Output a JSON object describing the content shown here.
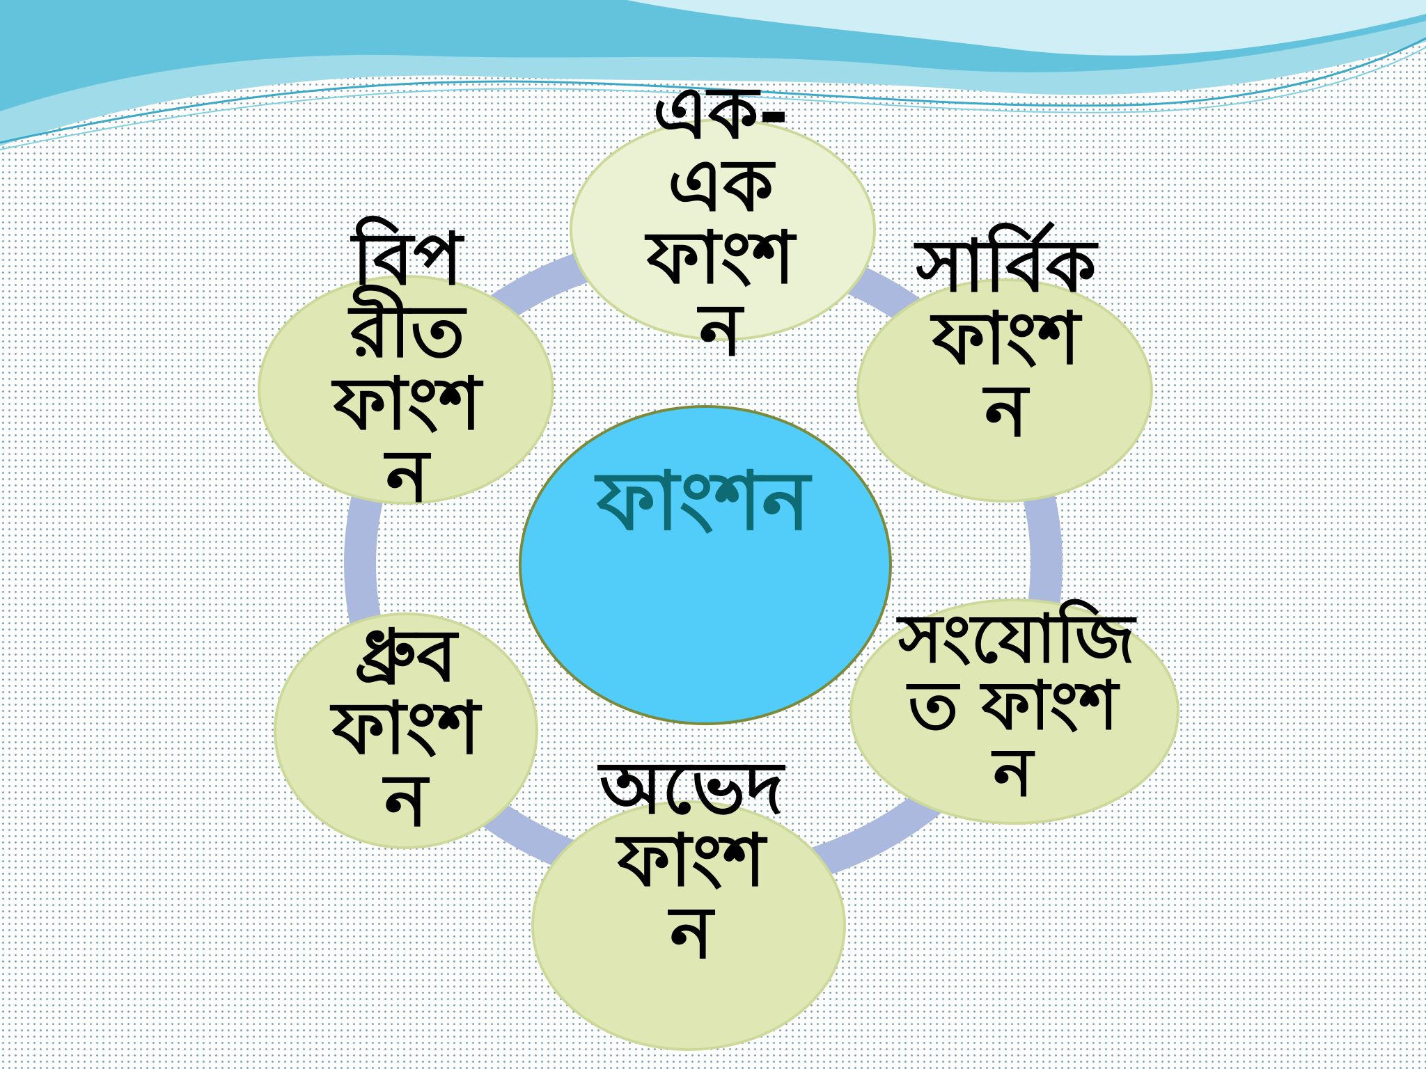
{
  "center": {
    "label": "ফাংশন"
  },
  "nodes": [
    {
      "id": "top",
      "label": "এক-এক ফাংশন"
    },
    {
      "id": "right-upper",
      "label": "সার্বিক ফাংশন"
    },
    {
      "id": "right-lower",
      "label": "সংযোজিত ফাংশন"
    },
    {
      "id": "bottom",
      "label": "অভেদ ফাংশন"
    },
    {
      "id": "left-lower",
      "label": "ধ্রুব ফাংশন"
    },
    {
      "id": "left-upper",
      "label": "বিপরীত ফাংশন"
    }
  ],
  "colors": {
    "center_fill": "#52ccf8",
    "center_text": "#0e6b73",
    "node_fill": "#dfe8b4",
    "ring": "#aab9dd",
    "wave": "#5fc6de"
  }
}
